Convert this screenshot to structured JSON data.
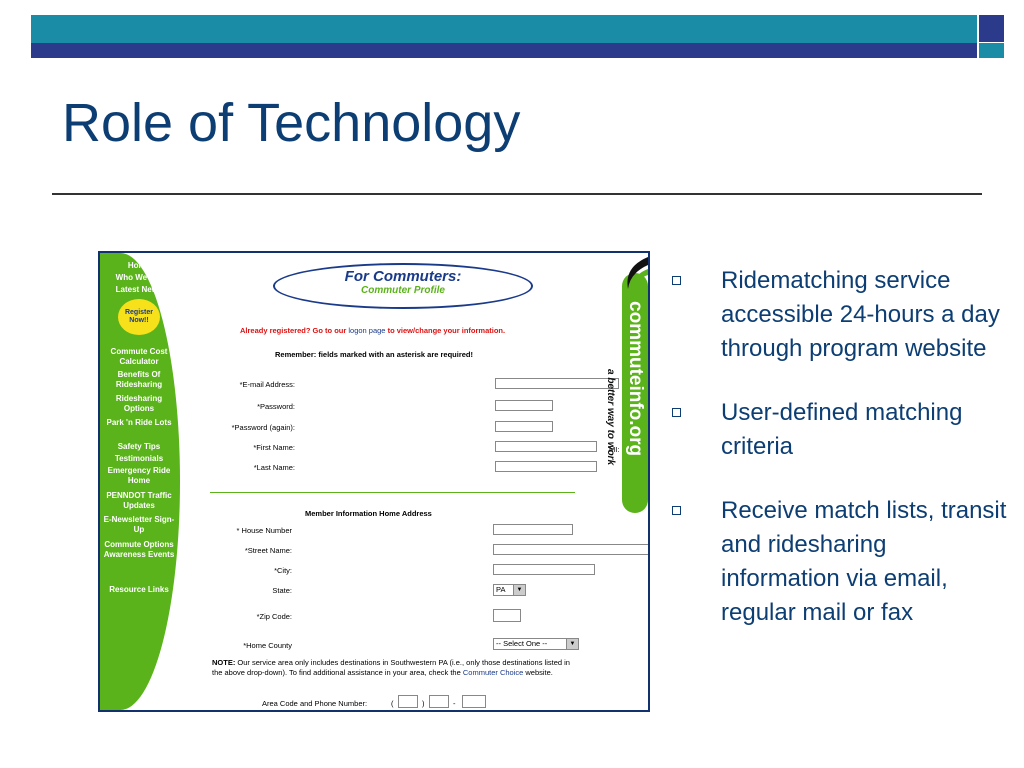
{
  "slide": {
    "title": "Role of Technology",
    "bullets": [
      "Ridematching service accessible 24-hours a day through program website",
      "User-defined matching criteria",
      "Receive match lists, transit and ridesharing information via email, regular mail or fax"
    ]
  },
  "colors": {
    "teal": "#1b8ca6",
    "navy": "#2b3a8a",
    "green": "#5ab31b",
    "title": "#0d3e73"
  },
  "sidebar": {
    "items": [
      "Home",
      "Who We Are",
      "Latest News",
      "Commute Cost Calculator",
      "Benefits Of Ridesharing",
      "Ridesharing Options",
      "Park 'n Ride Lots",
      "Safety Tips",
      "Testimonials",
      "Emergency Ride Home",
      "PENNDOT Traffic Updates",
      "E-Newsletter Sign-Up",
      "Commute Options Awareness Events",
      "Resource Links"
    ],
    "register": "Register Now!!"
  },
  "form": {
    "heading": "For Commuters:",
    "subheading": "Commuter Profile",
    "already_pre": "Already registered? Go to our ",
    "already_link": "logon page",
    "already_post": " to view/change your information.",
    "remember": "Remember: fields marked with an asterisk are required!",
    "email": "*E-mail Address:",
    "password": "*Password:",
    "password_again": "*Password (again):",
    "first_name": "*First Name:",
    "mi": "MI:",
    "last_name": "*Last Name:",
    "section": "Member Information Home Address",
    "house": "* House Number",
    "street": "*Street Name:",
    "city": "*City:",
    "state": "State:",
    "state_value": "PA",
    "zip": "*Zip Code:",
    "county": "*Home County",
    "county_value": "-- Select One --",
    "note_label": "NOTE:",
    "note_text": " Our service area only includes destinations in Southwestern PA (i.e., only those destinations listed in the above drop-down). To find additional assistance in your area, check the ",
    "note_link": "Commuter Choice",
    "note_end": " website.",
    "phone": "Area Code and Phone Number:"
  },
  "logo": {
    "site": "commuteinfo.org",
    "tagline": "a better way to work"
  }
}
